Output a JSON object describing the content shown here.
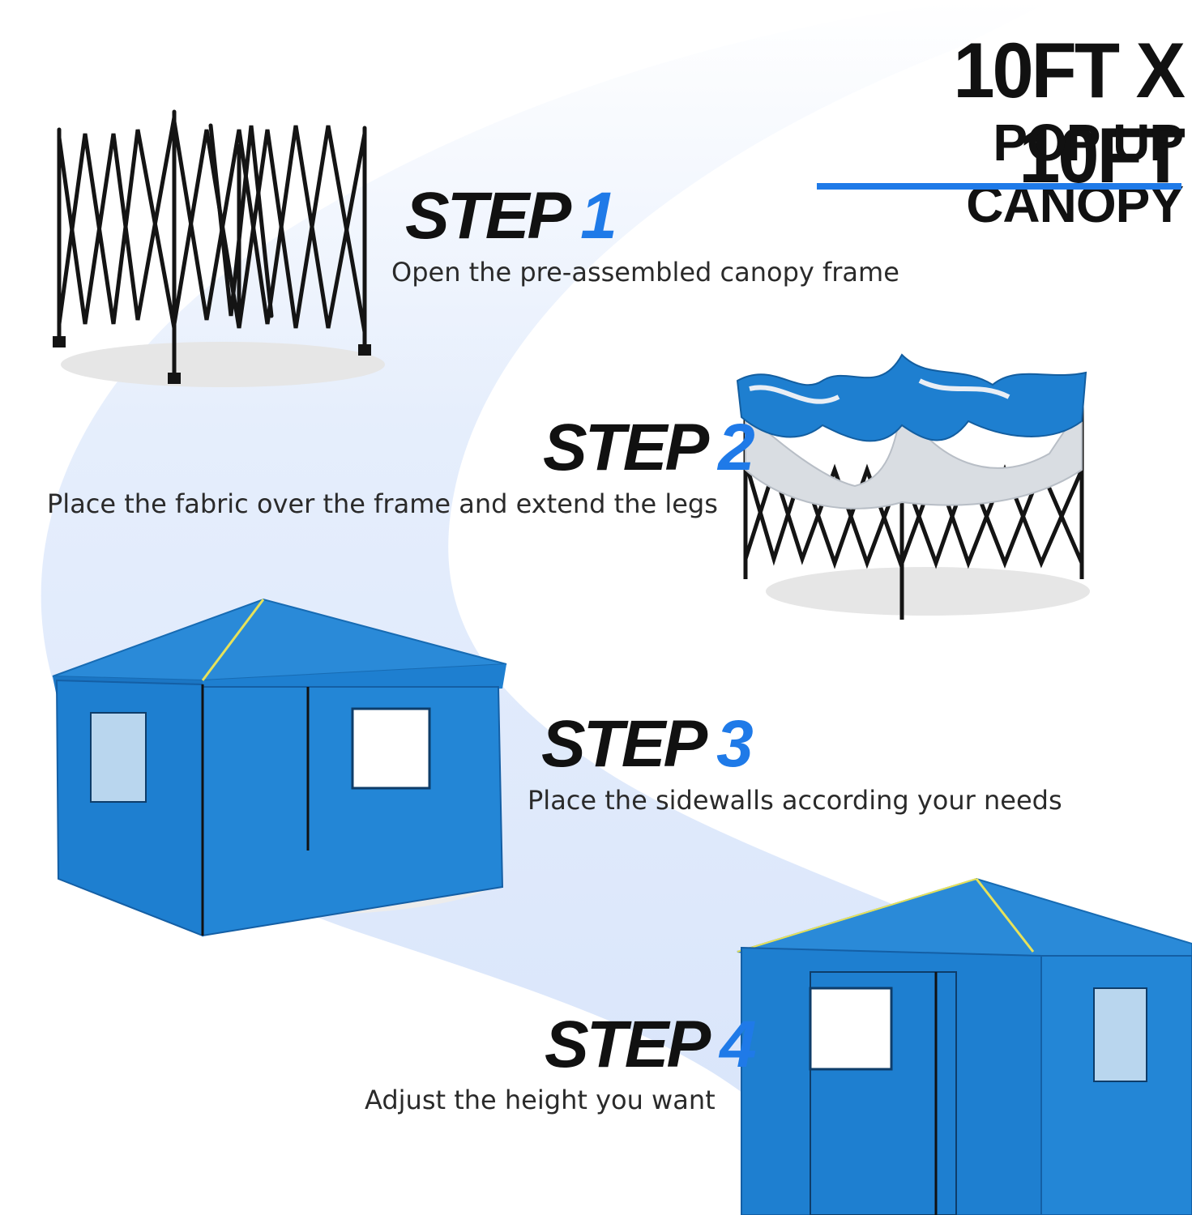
{
  "header": {
    "title_line1": "10FT X 10FT",
    "title_line2": "POP UP CANOPY"
  },
  "steps": [
    {
      "label": "STEP",
      "number": "1",
      "text": "Open the pre-assembled canopy frame"
    },
    {
      "label": "STEP",
      "number": "2",
      "text": "Place the fabric over the frame and extend the legs"
    },
    {
      "label": "STEP",
      "number": "3",
      "text": "Place the sidewalls according your needs"
    },
    {
      "label": "STEP",
      "number": "4",
      "text": "Adjust the height you want"
    }
  ],
  "colors": {
    "accent": "#1f7ae8",
    "canopy_blue": "#1e7fd0",
    "swoosh": "#dfe9fb",
    "frame": "#141414"
  }
}
